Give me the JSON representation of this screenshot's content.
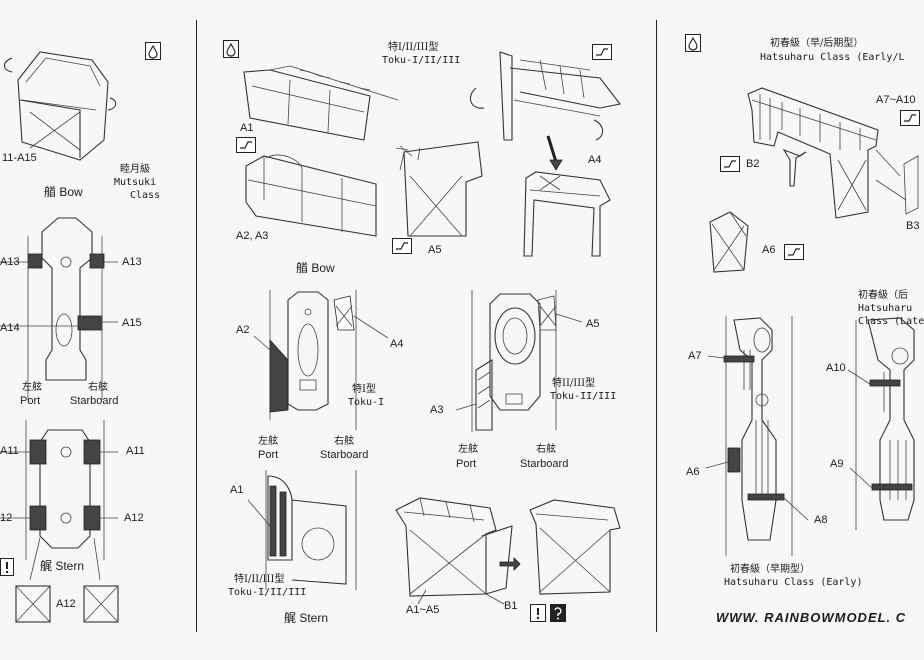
{
  "left": {
    "mutsuki_jp": "睦月級",
    "mutsuki_en_1": "Mutsuki",
    "mutsuki_en_2": "Class",
    "a11_a15": "11-A15",
    "bow": "艏 Bow",
    "a13_left": "A13",
    "a13_right": "A13",
    "a14": "A14",
    "a15": "A15",
    "port_jp": "左舷",
    "port": "Port",
    "starboard_jp": "右舷",
    "starboard": "Starboard",
    "a11_left": "A11",
    "a11_right": "A11",
    "a12_left": "12",
    "a12_right": "A12",
    "stern": "艉 Stern",
    "a12_bottom": "A12"
  },
  "middle": {
    "toku_jp": "特I/II/III型",
    "toku_en": "Toku-I/II/III",
    "a1": "A1",
    "a2_a3": "A2, A3",
    "a4": "A4",
    "a5": "A5",
    "bow": "艏 Bow",
    "a2": "A2",
    "a4_b": "A4",
    "toku1_jp": "特I型",
    "toku1_en": "Toku-I",
    "port_jp": "左舷",
    "port": "Port",
    "starboard_jp": "右舷",
    "starboard": "Starboard",
    "a5_b": "A5",
    "a3": "A3",
    "toku23_jp": "特II/III型",
    "toku23_en": "Toku-II/III",
    "port_jp_2": "左舷",
    "port_2": "Port",
    "starboard_jp_2": "右舷",
    "starboard_2": "Starboard",
    "a1_b": "A1",
    "toku_jp_2": "特I/II/III型",
    "toku_en_2": "Toku-I/II/III",
    "stern": "艉 Stern",
    "a1_a5": "A1~A5",
    "b1": "B1"
  },
  "right": {
    "hatsu_jp": "初春級（早/后期型）",
    "hatsu_en": "Hatsuharu Class (Early/L",
    "a7_a10": "A7~A10",
    "b2": "B2",
    "b3": "B3",
    "a6": "A6",
    "hatsu_late_jp": "初春級（后",
    "hatsu_late_en_1": "Hatsuharu",
    "hatsu_late_en_2": "Class (Late",
    "a7": "A7",
    "a10": "A10",
    "a6_b": "A6",
    "a8": "A8",
    "a9": "A9",
    "hatsu_early_jp": "初春級（早期型）",
    "hatsu_early_en": "Hatsuharu Class (Early)",
    "url": "WWW. RAINBOWMODEL. C"
  },
  "icons": [
    "drop-icon",
    "fold-icon",
    "exclamation-icon",
    "flip-icon"
  ]
}
